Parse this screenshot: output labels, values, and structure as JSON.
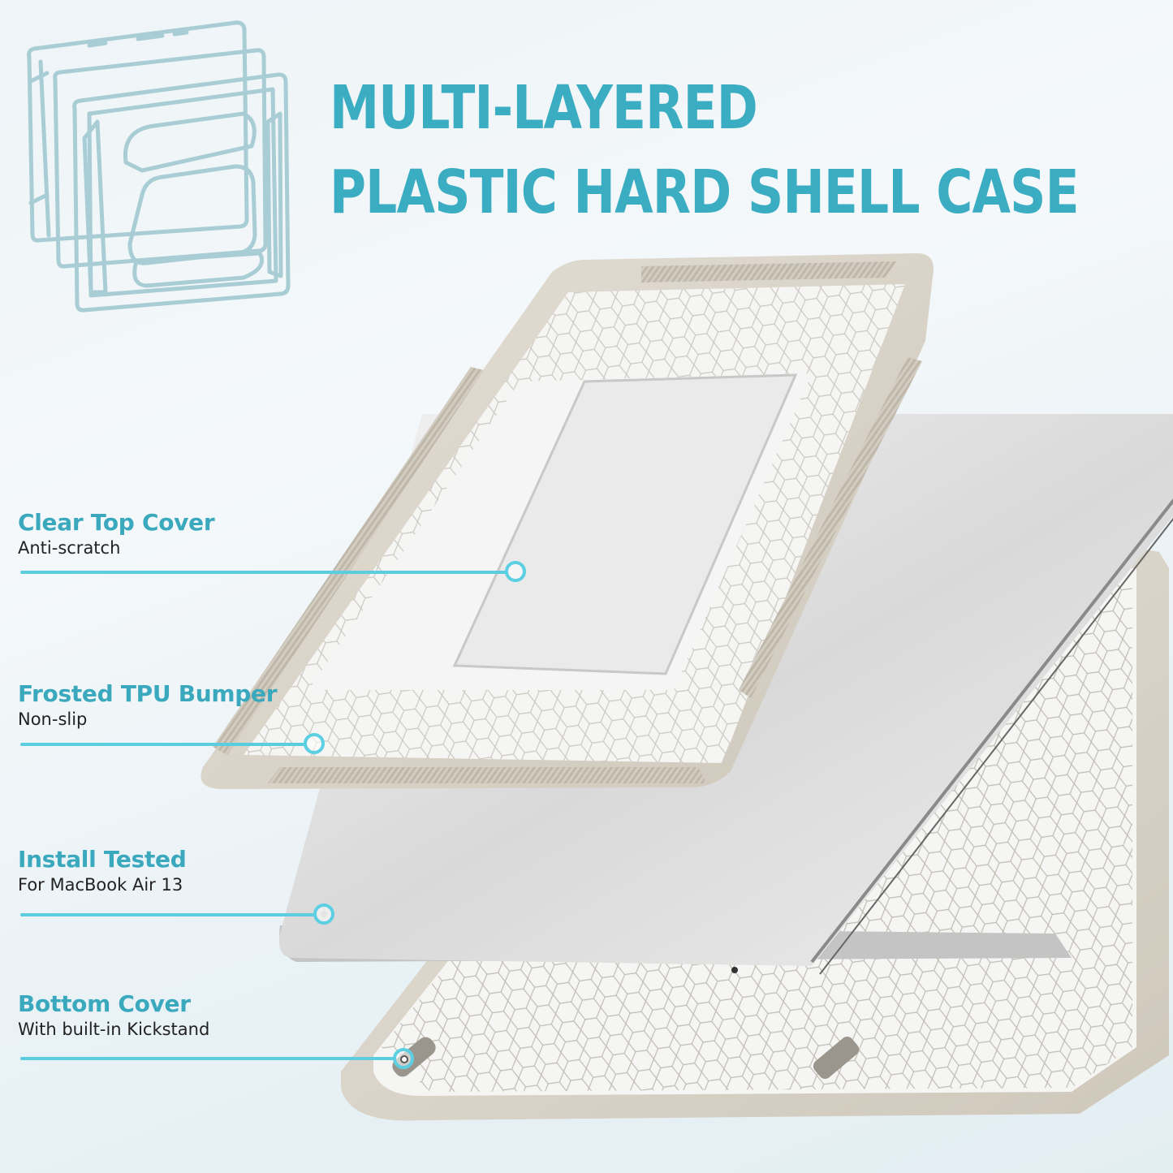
{
  "headline": {
    "line1": "MULTI-LAYERED",
    "line2": "PLASTIC HARD SHELL CASE"
  },
  "callouts": [
    {
      "title": "Clear Top Cover",
      "subtitle": "Anti-scratch"
    },
    {
      "title": "Frosted TPU Bumper",
      "subtitle": "Non-slip"
    },
    {
      "title": "Install Tested",
      "subtitle": "For MacBook Air 13"
    },
    {
      "title": "Bottom Cover",
      "subtitle": "With built-in Kickstand"
    }
  ],
  "icons": {
    "layers_diagram": "layered-case-outline-icon"
  },
  "colors": {
    "accent_heading": "#3badc2",
    "leader_line": "#5ccddf",
    "outline_icon": "#a8ccd3",
    "case_bumper": "#d9d3c8",
    "background": "#eef4f7"
  }
}
